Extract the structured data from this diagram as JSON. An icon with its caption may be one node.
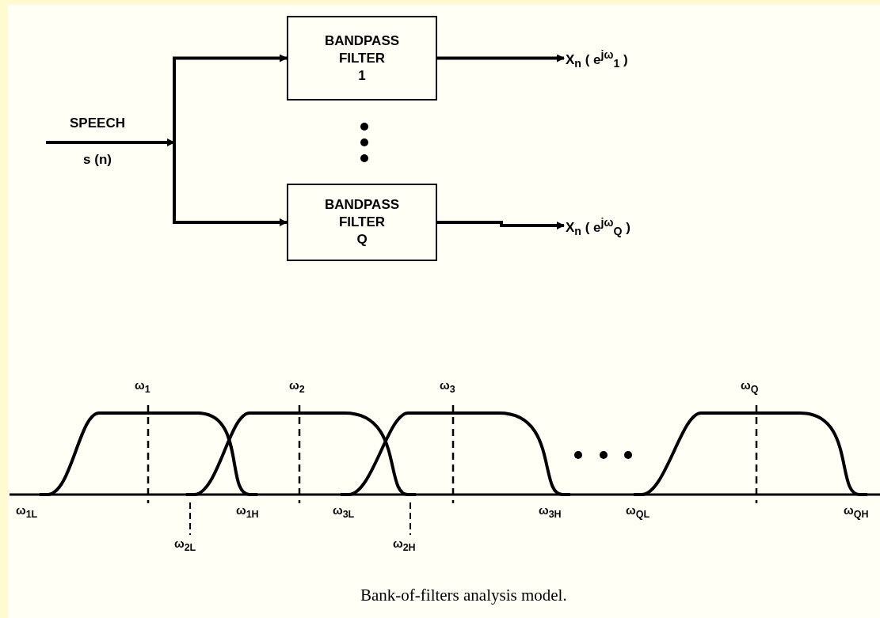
{
  "diagram": {
    "caption": "Bank-of-filters analysis model.",
    "nodes": [
      {
        "text": [
          "SPEECH",
          "s (n)"
        ]
      },
      {
        "text": [
          "BANDPASS FILTER 1"
        ]
      },
      {
        "text": [
          "BANDPASS FILTER Q"
        ]
      },
      {
        "text": [
          "X$_{n}$ ( e$^{jω}$$_{1}$ )"
        ]
      },
      {
        "text": [
          "X$_{n}$ ( e$^{jω}$$_{Q}$ )"
        ]
      }
    ],
    "edges": [
      {
        "from": 0,
        "to": 1,
        "arrow": "to"
      },
      {
        "from": 0,
        "to": 2,
        "arrow": "to"
      },
      {
        "from": 1,
        "to": 3,
        "arrow": "to"
      },
      {
        "from": 2,
        "to": 4,
        "arrow": "to"
      }
    ],
    "labels": [
      "ω$_{1}$",
      "ω$_{2}$",
      "ω$_{3}$",
      "ω$_{Q}$",
      "ω$_{1L}$",
      "ω$_{1H}$",
      "ω$_{3L}$",
      "ω$_{3H}$",
      "ω$_{QL}$",
      "ω$_{QH}$",
      "ω$_{2L}$",
      "ω$_{2H}$"
    ]
  }
}
